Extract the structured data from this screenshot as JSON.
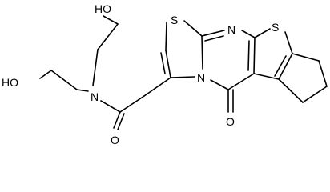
{
  "labels": {
    "hydroxyl_top": "HO",
    "hydroxyl_left": "HO",
    "amide_nitrogen": "N",
    "amide_oxygen": "O",
    "thiazole_sulfur": "S",
    "pyrimidine_nitrogen": "N",
    "ring_fusion_nitrogen": "N",
    "thiophene_sulfur": "S",
    "pyrimidinone_oxygen": "O"
  }
}
